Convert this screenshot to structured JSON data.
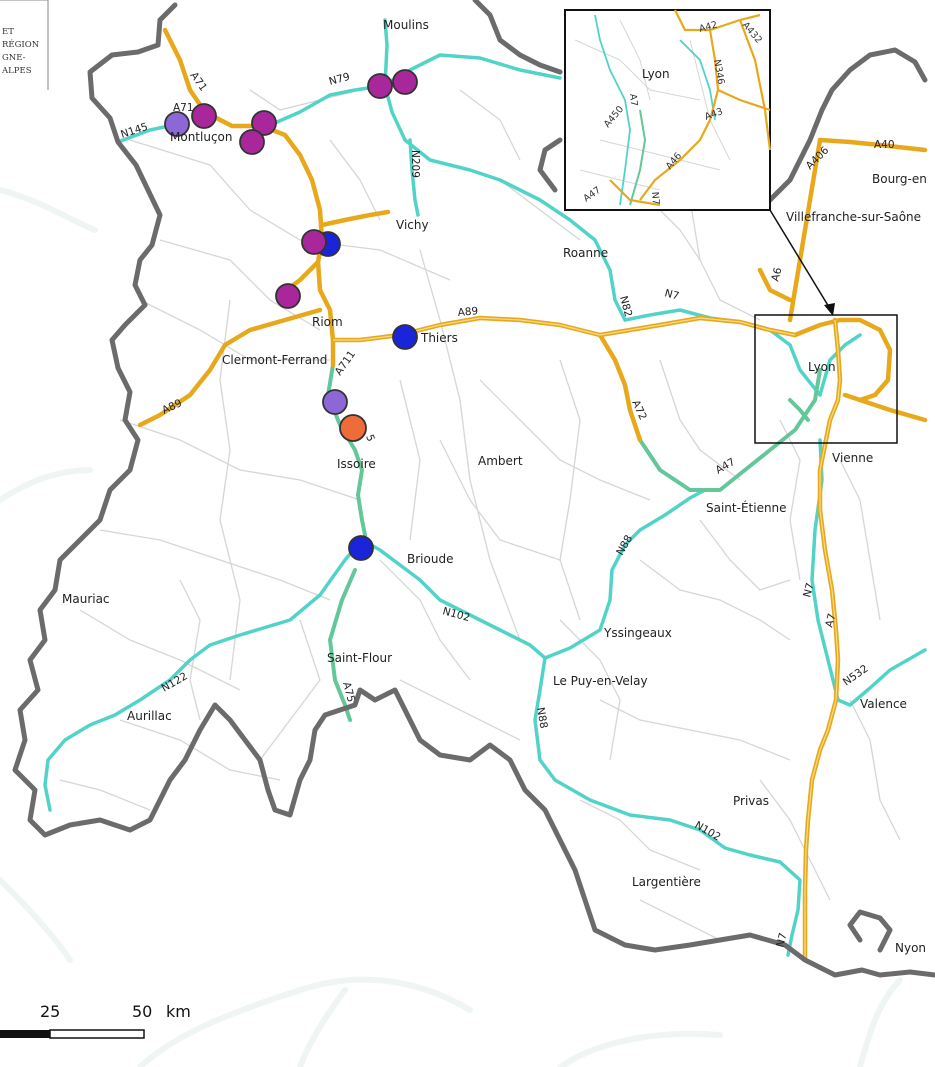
{
  "map": {
    "colors": {
      "border": "#6b6b6b",
      "motorway": "#e8a81c",
      "national": "#52d3c8",
      "dual_green": "#63c79a",
      "minor": "#d6d6d6",
      "marker_magenta": "#a8279a",
      "marker_blue": "#1a24d8",
      "marker_violet": "#8e67d6",
      "marker_orange": "#ee6b3a"
    },
    "legend_lines": [
      "ET",
      "RÉGION",
      "GNE-",
      "ALPES"
    ],
    "cities": [
      {
        "id": "moulins",
        "name": "Moulins"
      },
      {
        "id": "montlucon",
        "name": "Montluçon"
      },
      {
        "id": "vichy",
        "name": "Vichy"
      },
      {
        "id": "roanne",
        "name": "Roanne"
      },
      {
        "id": "riom",
        "name": "Riom"
      },
      {
        "id": "thiers",
        "name": "Thiers"
      },
      {
        "id": "clermont",
        "name": "Clermont-Ferrand"
      },
      {
        "id": "issoire",
        "name": "Issoire"
      },
      {
        "id": "ambert",
        "name": "Ambert"
      },
      {
        "id": "saint-etienne",
        "name": "Saint-Étienne"
      },
      {
        "id": "brioude",
        "name": "Brioude"
      },
      {
        "id": "mauriac",
        "name": "Mauriac"
      },
      {
        "id": "yssingeaux",
        "name": "Yssingeaux"
      },
      {
        "id": "saint-flour",
        "name": "Saint-Flour"
      },
      {
        "id": "le-puy",
        "name": "Le Puy-en-Velay"
      },
      {
        "id": "aurillac",
        "name": "Aurillac"
      },
      {
        "id": "privas",
        "name": "Privas"
      },
      {
        "id": "largentiere",
        "name": "Largentière"
      },
      {
        "id": "lyon",
        "name": "Lyon"
      },
      {
        "id": "vienne",
        "name": "Vienne"
      },
      {
        "id": "valence",
        "name": "Valence"
      },
      {
        "id": "villefranche",
        "name": "Villefranche-sur-Saône"
      },
      {
        "id": "bourg",
        "name": "Bourg-en"
      },
      {
        "id": "nyons",
        "name": "Nyon"
      }
    ],
    "road_labels": [
      {
        "id": "a71-north",
        "text": "A71"
      },
      {
        "id": "a71-montlucon",
        "text": "A71"
      },
      {
        "id": "n145",
        "text": "N145"
      },
      {
        "id": "n79",
        "text": "N79"
      },
      {
        "id": "n209",
        "text": "N209"
      },
      {
        "id": "n82",
        "text": "N82"
      },
      {
        "id": "n7-roanne",
        "text": "N7"
      },
      {
        "id": "a89-east",
        "text": "A89"
      },
      {
        "id": "a711",
        "text": "A711"
      },
      {
        "id": "a89-west",
        "text": "A89"
      },
      {
        "id": "a75-issoire",
        "text": "5"
      },
      {
        "id": "a72",
        "text": "A72"
      },
      {
        "id": "a47",
        "text": "A47"
      },
      {
        "id": "n88-north",
        "text": "N88"
      },
      {
        "id": "n102-north",
        "text": "N102"
      },
      {
        "id": "n122",
        "text": "N122"
      },
      {
        "id": "a75-south",
        "text": "A75"
      },
      {
        "id": "n88-south",
        "text": "N88"
      },
      {
        "id": "n102-south",
        "text": "N102"
      },
      {
        "id": "n7-south",
        "text": "N7"
      },
      {
        "id": "n7-vienne",
        "text": "N7"
      },
      {
        "id": "a7-main",
        "text": "A7"
      },
      {
        "id": "n532",
        "text": "N532"
      },
      {
        "id": "a6",
        "text": "A6"
      },
      {
        "id": "a406",
        "text": "A406"
      },
      {
        "id": "a40",
        "text": "A40"
      }
    ],
    "inset": {
      "city": "Lyon",
      "roads": [
        {
          "id": "i-a42",
          "text": "A42"
        },
        {
          "id": "i-a432",
          "text": "A432"
        },
        {
          "id": "i-n346",
          "text": "N346"
        },
        {
          "id": "i-a43",
          "text": "A43"
        },
        {
          "id": "i-a450",
          "text": "A450"
        },
        {
          "id": "i-a7",
          "text": "A7"
        },
        {
          "id": "i-a46",
          "text": "A46"
        },
        {
          "id": "i-a47",
          "text": "A47"
        },
        {
          "id": "i-n7",
          "text": "N7"
        }
      ]
    },
    "markers": [
      {
        "id": "m1",
        "color": "marker_violet"
      },
      {
        "id": "m2",
        "color": "marker_magenta"
      },
      {
        "id": "m3",
        "color": "marker_magenta"
      },
      {
        "id": "m4",
        "color": "marker_magenta"
      },
      {
        "id": "m5",
        "color": "marker_magenta"
      },
      {
        "id": "m6",
        "color": "marker_magenta"
      },
      {
        "id": "m7",
        "color": "marker_magenta"
      },
      {
        "id": "m8",
        "color": "marker_blue"
      },
      {
        "id": "m9",
        "color": "marker_magenta"
      },
      {
        "id": "m10",
        "color": "marker_magenta"
      },
      {
        "id": "m11",
        "color": "marker_blue"
      },
      {
        "id": "m12",
        "color": "marker_violet"
      },
      {
        "id": "m13",
        "color": "marker_orange"
      },
      {
        "id": "m14",
        "color": "marker_blue"
      }
    ],
    "scale_bar": {
      "ticks": [
        "25",
        "50"
      ],
      "unit": "km"
    }
  }
}
